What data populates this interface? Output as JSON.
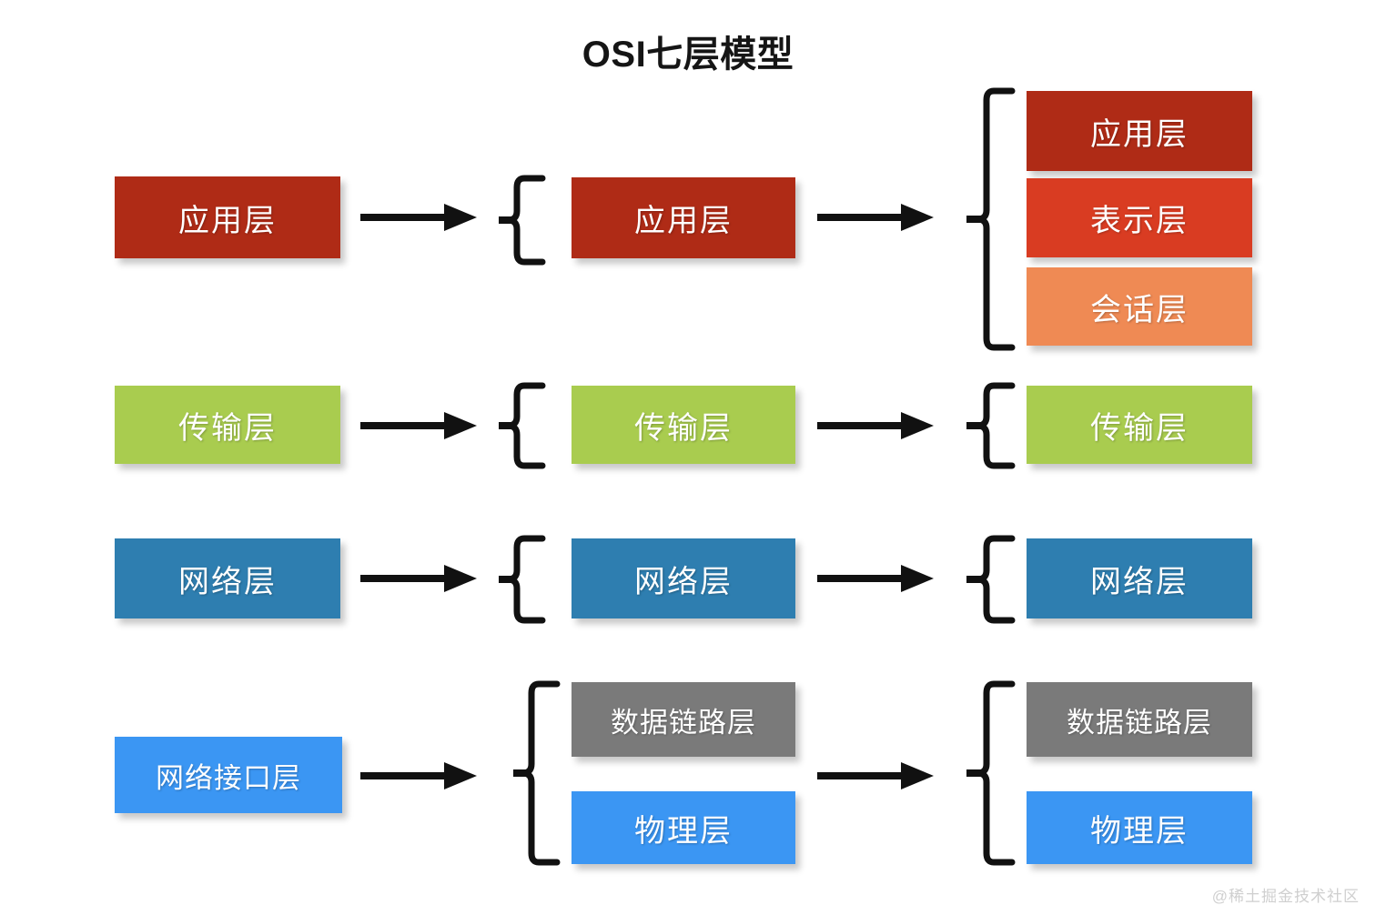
{
  "diagram": {
    "title": "OSI七层模型",
    "watermark": "@稀土掘金技术社区",
    "colors": {
      "application": "#AF2B16",
      "presentation": "#D93C22",
      "session": "#EF8A54",
      "transport": "#A9CC4F",
      "network": "#2E7EB0",
      "datalink": "#7A7A7A",
      "physical": "#3B96F3",
      "network_interface": "#3B96F3",
      "stroke": "#111111",
      "background": "#FFFFFF",
      "title_text": "#151515",
      "watermark_text": "#CFCFCF"
    },
    "columns": [
      {
        "name": "four-layer-model",
        "boxes": [
          {
            "label": "应用层",
            "color_key": "application"
          },
          {
            "label": "传输层",
            "color_key": "transport"
          },
          {
            "label": "网络层",
            "color_key": "network"
          },
          {
            "label": "网络接口层",
            "color_key": "network_interface"
          }
        ]
      },
      {
        "name": "five-layer-model",
        "boxes": [
          {
            "label": "应用层",
            "color_key": "application"
          },
          {
            "label": "传输层",
            "color_key": "transport"
          },
          {
            "label": "网络层",
            "color_key": "network"
          },
          {
            "label": "数据链路层",
            "color_key": "datalink"
          },
          {
            "label": "物理层",
            "color_key": "physical"
          }
        ]
      },
      {
        "name": "seven-layer-model",
        "boxes": [
          {
            "label": "应用层",
            "color_key": "application"
          },
          {
            "label": "表示层",
            "color_key": "presentation"
          },
          {
            "label": "会话层",
            "color_key": "session"
          },
          {
            "label": "传输层",
            "color_key": "transport"
          },
          {
            "label": "网络层",
            "color_key": "network"
          },
          {
            "label": "数据链路层",
            "color_key": "datalink"
          },
          {
            "label": "物理层",
            "color_key": "physical"
          }
        ]
      }
    ],
    "arrows": [
      {
        "name": "arrow-app-row-1"
      },
      {
        "name": "arrow-app-row-2"
      },
      {
        "name": "arrow-transport-row-1"
      },
      {
        "name": "arrow-transport-row-2"
      },
      {
        "name": "arrow-network-row-1"
      },
      {
        "name": "arrow-network-row-2"
      },
      {
        "name": "arrow-interface-row-1"
      },
      {
        "name": "arrow-interface-row-2"
      }
    ],
    "braces": [
      {
        "name": "brace-mid-application"
      },
      {
        "name": "brace-mid-transport"
      },
      {
        "name": "brace-mid-network"
      },
      {
        "name": "brace-mid-linkphysical"
      },
      {
        "name": "brace-right-application-group"
      },
      {
        "name": "brace-right-transport"
      },
      {
        "name": "brace-right-network"
      },
      {
        "name": "brace-right-linkphysical"
      }
    ]
  }
}
